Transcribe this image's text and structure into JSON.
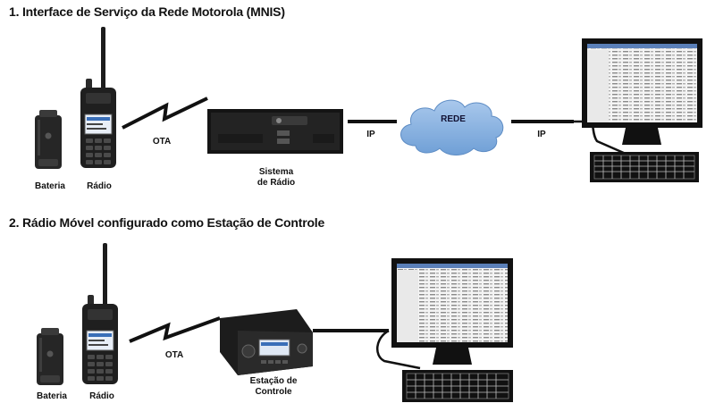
{
  "section1": {
    "title": "1. Interface de Serviço da Rede Motorola (MNIS)",
    "labels": {
      "battery": "Bateria",
      "radio": "Rádio",
      "ota": "OTA",
      "system_line1": "Sistema",
      "system_line2": "de Rádio",
      "ip_left": "IP",
      "network": "REDE",
      "ip_right": "IP"
    }
  },
  "section2": {
    "title": "2. Rádio Móvel configurado como Estação de Controle",
    "labels": {
      "battery": "Bateria",
      "radio": "Rádio",
      "ota": "OTA",
      "station_line1": "Estação de",
      "station_line2": "Controle"
    }
  },
  "colors": {
    "cloud": "#8db4e0",
    "line": "#111111",
    "device": "#1e1e1e"
  }
}
